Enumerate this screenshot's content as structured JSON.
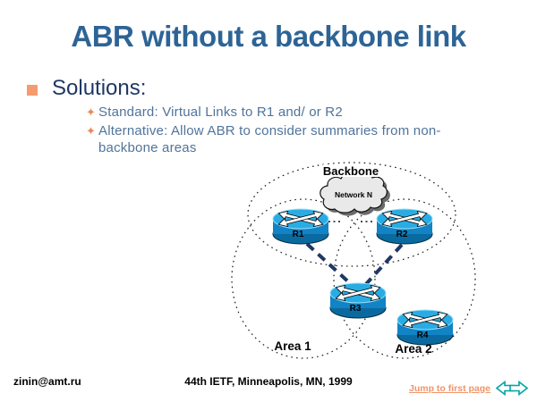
{
  "slide": {
    "title": "ABR without a backbone link",
    "solutions_heading": "Solutions:",
    "bullets": [
      [
        "Standard: Virtual Links to R1 and/ or R2"
      ],
      [
        "Alternative: Allow ABR to consider summaries from non-",
        "backbone areas"
      ]
    ]
  },
  "diagram": {
    "backbone_label": "Backbone",
    "cloud_label": "Network N",
    "router_labels": {
      "r1": "R1",
      "r2": "R2",
      "r3": "R3",
      "r4": "R4"
    },
    "area1_label": "Area 1",
    "area2_label": "Area 2"
  },
  "footer": {
    "email": "zinin@amt.ru",
    "conference": "44th IETF, Minneapolis, MN, 1999",
    "jump_link_label": "Jump to first page"
  },
  "icons": {
    "bullet_star_glyph": "✦",
    "nav_arrows": "prev-next-arrows"
  },
  "colors": {
    "title": "#2D6496",
    "heading": "#1F3864",
    "body_text": "#50749B",
    "bullet_square": "#F49C70",
    "bullet_star": "#E98A56",
    "link": "#F09468",
    "nav_arrow": "#00A5A5",
    "router_top": "#29ACE3",
    "router_body": "#1283C4",
    "router_bottom": "#0A6AA0",
    "cloud": "#E9E9E9",
    "virtual_link": "#1F3864"
  }
}
